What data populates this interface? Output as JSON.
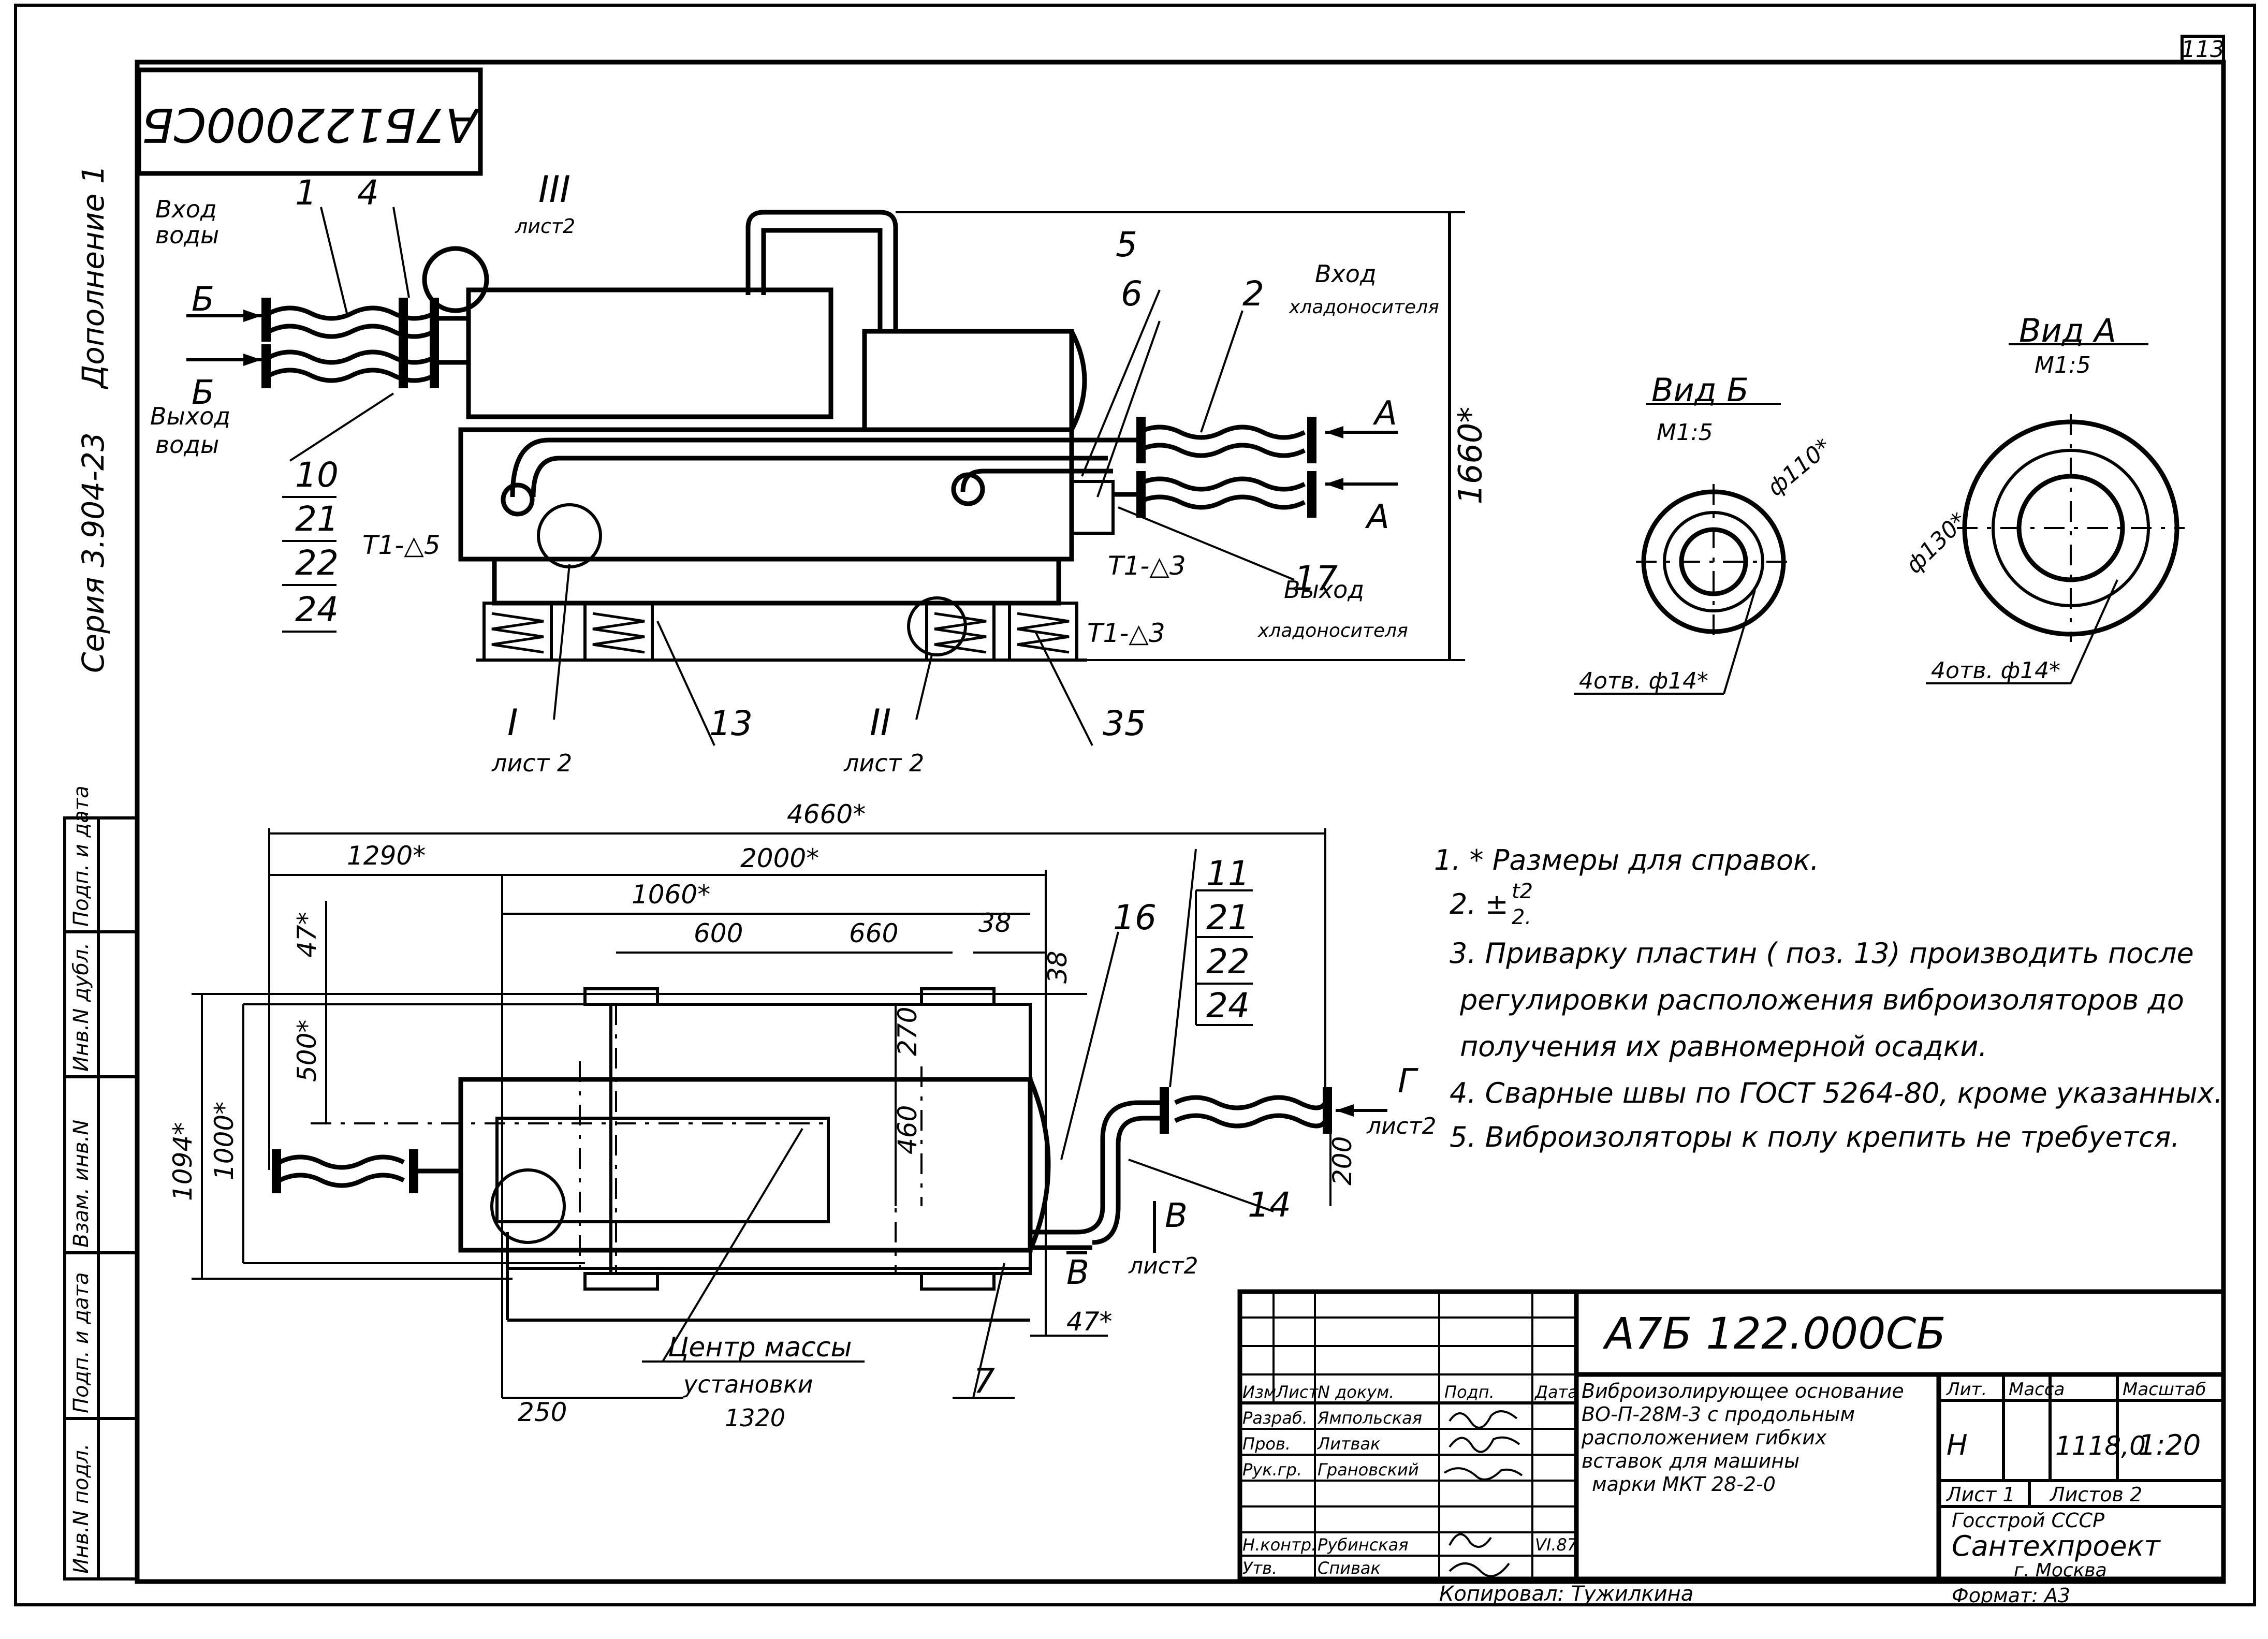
{
  "page_number": "113",
  "drawing_code_rotated": "А7Б122000СБ",
  "series_vertical": "Серия 3.904-23",
  "supplement_vertical": "Дополнение 1",
  "margin_labels": [
    "Инв.N подл.",
    "Подп. и дата",
    "Взам. инв.N",
    "Инв.N дубл.",
    "Подп. и дата"
  ],
  "side_view": {
    "water_in": [
      "Вход",
      "воды"
    ],
    "water_out": [
      "Выход",
      "воды"
    ],
    "coolant_in": [
      "Вход",
      "хладоносителя"
    ],
    "coolant_out": [
      "Выход",
      "хладоносителя"
    ],
    "section_b": "Б",
    "section_a": "А",
    "callout_III": "III",
    "callout_I": "I",
    "callout_II": "II",
    "sheet2": "лист 2",
    "sheet2_top": "лист2",
    "positions_top": [
      "1",
      "4",
      "5",
      "6",
      "2"
    ],
    "positions_left": [
      "10",
      "21",
      "22",
      "24"
    ],
    "positions_bottom": [
      "13",
      "35",
      "17"
    ],
    "weld_t1_5": "Т1-△5",
    "weld_t1_3": "Т1-△3",
    "weld_t1_3b": "Т1-△3",
    "height_dim": "1660*"
  },
  "view_b": {
    "title": "Вид Б",
    "scale": "М1:5",
    "diameter": "ф110*",
    "holes": "4отв. ф14*"
  },
  "view_a": {
    "title": "Вид А",
    "scale": "М1:5",
    "diameter": "ф130*",
    "holes": "4отв. ф14*"
  },
  "plan_view": {
    "dims_horizontal": [
      "4660*",
      "1290*",
      "2000*",
      "1060*",
      "600",
      "660",
      "38",
      "250",
      "47*"
    ],
    "dims_vertical": [
      "47*",
      "500*",
      "1094*",
      "1000*",
      "270",
      "460",
      "38",
      "200"
    ],
    "positions": [
      "11",
      "21",
      "22",
      "24",
      "16",
      "14",
      "7"
    ],
    "center_mass": [
      "Центр массы",
      "установки",
      "1320"
    ],
    "section_v": "В",
    "section_g": "Г",
    "sheet2": "лист2"
  },
  "notes": [
    "1. * Размеры для справок.",
    "2. ±",
    "3. Приварку   пластин ( поз. 13) производить после",
    "регулировки расположения виброизоляторов до",
    "получения их равномерной осадки.",
    "4. Сварные швы по ГОСТ 5264-80, кроме указанных.",
    "5. Виброизоляторы к полу крепить не требуется."
  ],
  "note2_fraction": {
    "num": "t2",
    "den": "2."
  },
  "title_block": {
    "doc_number": "А7Б 122.000СБ",
    "description": [
      "Виброизолирующее основание",
      "ВО-П-28М-3 с продольным",
      "расположением гибких",
      "вставок для машины",
      "марки МКТ 28-2-0"
    ],
    "header": [
      "Изм",
      "Лист",
      "N докум.",
      "Подп.",
      "Дата"
    ],
    "roles": [
      {
        "role": "Разраб.",
        "name": "Ямпольская"
      },
      {
        "role": "Пров.",
        "name": "Литвак"
      },
      {
        "role": "Рук.гр.",
        "name": "Грановский"
      },
      {
        "role": "Н.контр.",
        "name": "Рубинская"
      },
      {
        "role": "Утв.",
        "name": "Спивак"
      }
    ],
    "date": "VI.87",
    "lit_header": "Лит.",
    "mass_header": "Масса",
    "scale_header": "Масштаб",
    "lit": "Н",
    "mass": "1118,0",
    "scale": "1:20",
    "sheet": "Лист 1",
    "sheets": "Листов 2",
    "org1": "Госстрой   СССР",
    "org2": "Сантехпроект",
    "org3": "г. Москва",
    "copied": "Копировал: Тужилкина",
    "format": "Формат: А3"
  }
}
